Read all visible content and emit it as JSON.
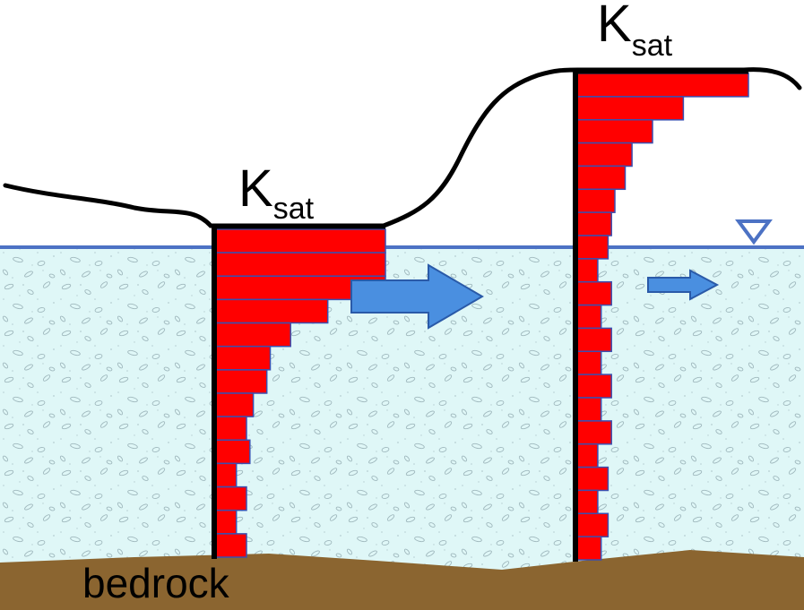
{
  "labels": {
    "left_profile": {
      "main": "K",
      "sub": "sat"
    },
    "right_profile": {
      "main": "K",
      "sub": "sat"
    },
    "bedrock": "bedrock"
  },
  "symbols": {
    "water_table": "water-table-triangle-icon",
    "flow_arrow": "flow-arrow-icon"
  },
  "colors": {
    "groundwater": "#dff7f7",
    "water_table_line": "#4c72c4",
    "ksat_bars": "#ff0000",
    "bar_edge": "#3a4fb0",
    "flow_arrows": "#4a8fe0",
    "arrow_edge": "#2a5aa8",
    "bedrock": "#8b6530",
    "ground_surface": "#000000"
  },
  "profiles": {
    "left": {
      "relative_ksat": [
        1.0,
        1.0,
        1.0,
        0.66,
        0.44,
        0.32,
        0.3,
        0.22,
        0.18,
        0.2,
        0.12,
        0.18,
        0.12,
        0.18
      ]
    },
    "right": {
      "relative_ksat": [
        1.0,
        0.62,
        0.44,
        0.32,
        0.28,
        0.22,
        0.2,
        0.18,
        0.12,
        0.2,
        0.14,
        0.2,
        0.14,
        0.2,
        0.14,
        0.2,
        0.12,
        0.18,
        0.12,
        0.18,
        0.14
      ]
    }
  }
}
